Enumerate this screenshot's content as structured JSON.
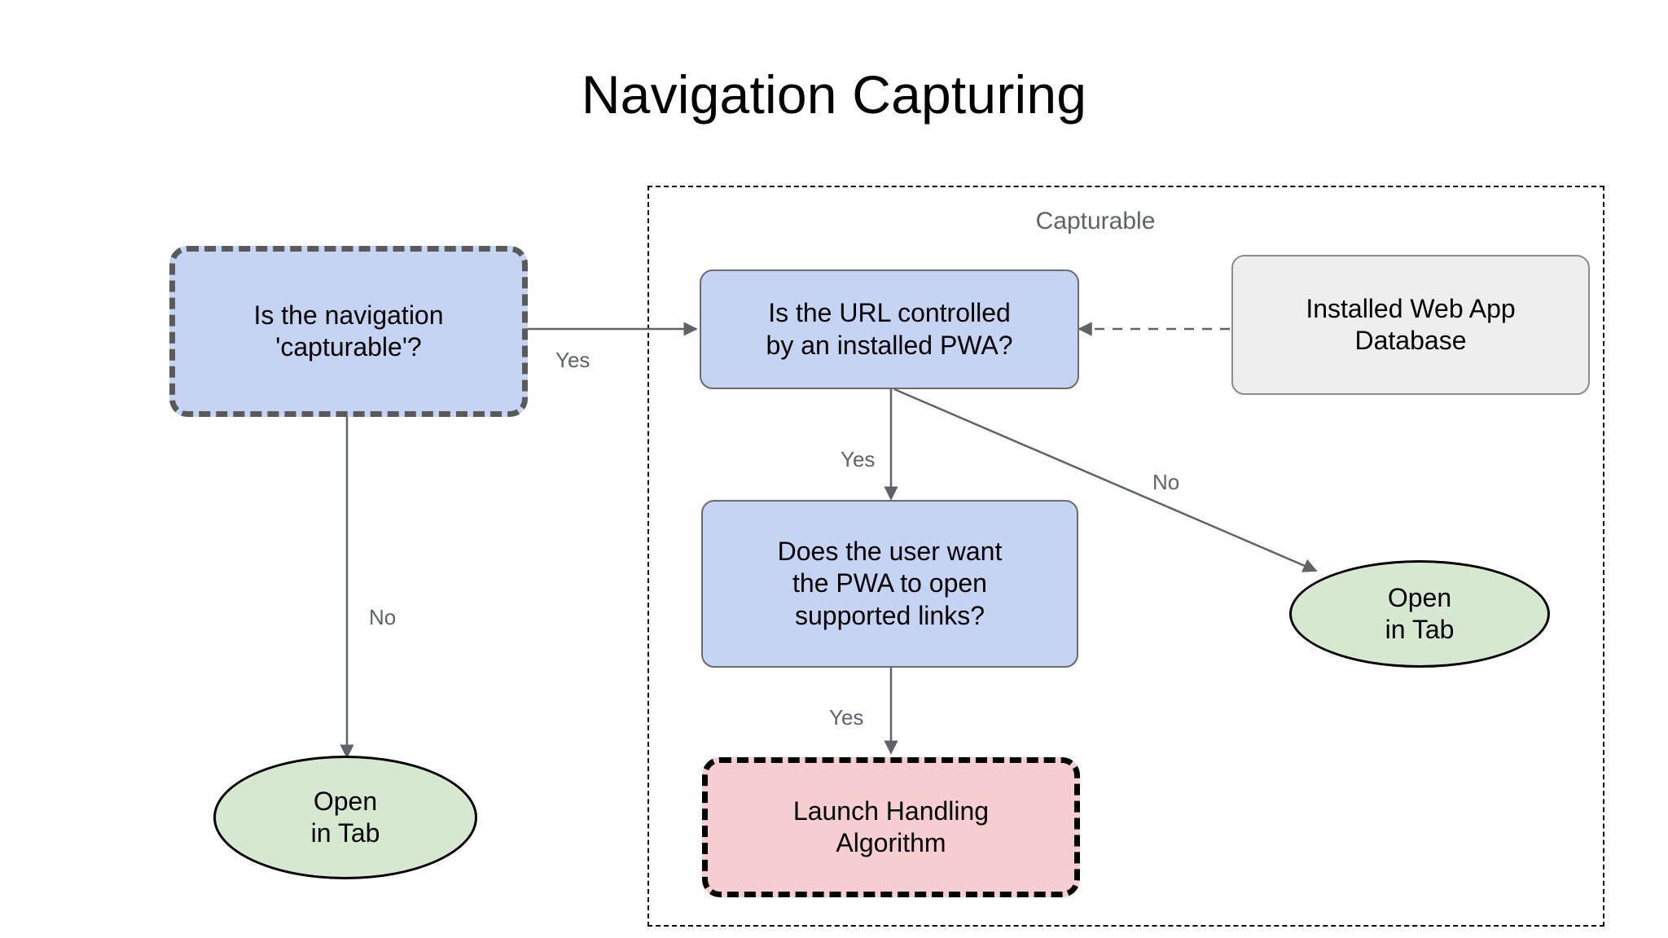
{
  "page": {
    "title": "Navigation Capturing",
    "background": "#ffffff"
  },
  "colors": {
    "decision_fill": "#c5d4f2",
    "datastore_fill": "#eeeeee",
    "terminal_fill": "#d6e8d0",
    "process_fill": "#f6ced1",
    "edge_stroke": "#5f6368",
    "group_stroke": "#000000",
    "label_text": "#5f6368"
  },
  "group": {
    "label": "Capturable"
  },
  "nodes": {
    "is_capturable": {
      "label": "Is the navigation\n'capturable'?",
      "shape": "rounded-rect",
      "style": "dashed-gray",
      "fill": "#c5d4f2"
    },
    "open_in_tab_left": {
      "label": "Open\nin Tab",
      "shape": "ellipse",
      "fill": "#d6e8d0"
    },
    "url_controlled": {
      "label": "Is the URL controlled\nby an installed PWA?",
      "shape": "rounded-rect",
      "style": "solid-gray",
      "fill": "#c5d4f2"
    },
    "installed_db": {
      "label": "Installed Web App\nDatabase",
      "shape": "rounded-rect",
      "style": "solid-gray",
      "fill": "#eeeeee"
    },
    "user_want": {
      "label": "Does the user want\nthe PWA to open\nsupported links?",
      "shape": "rounded-rect",
      "style": "solid-gray",
      "fill": "#c5d4f2"
    },
    "open_in_tab_right": {
      "label": "Open\nin Tab",
      "shape": "ellipse",
      "fill": "#d6e8d0"
    },
    "launch_handling": {
      "label": "Launch Handling\nAlgorithm",
      "shape": "rounded-rect",
      "style": "dashed-black",
      "fill": "#f6ced1"
    }
  },
  "edge_labels": {
    "capturable_yes": "Yes",
    "capturable_no": "No",
    "url_yes": "Yes",
    "url_no": "No",
    "user_want_yes": "Yes"
  }
}
